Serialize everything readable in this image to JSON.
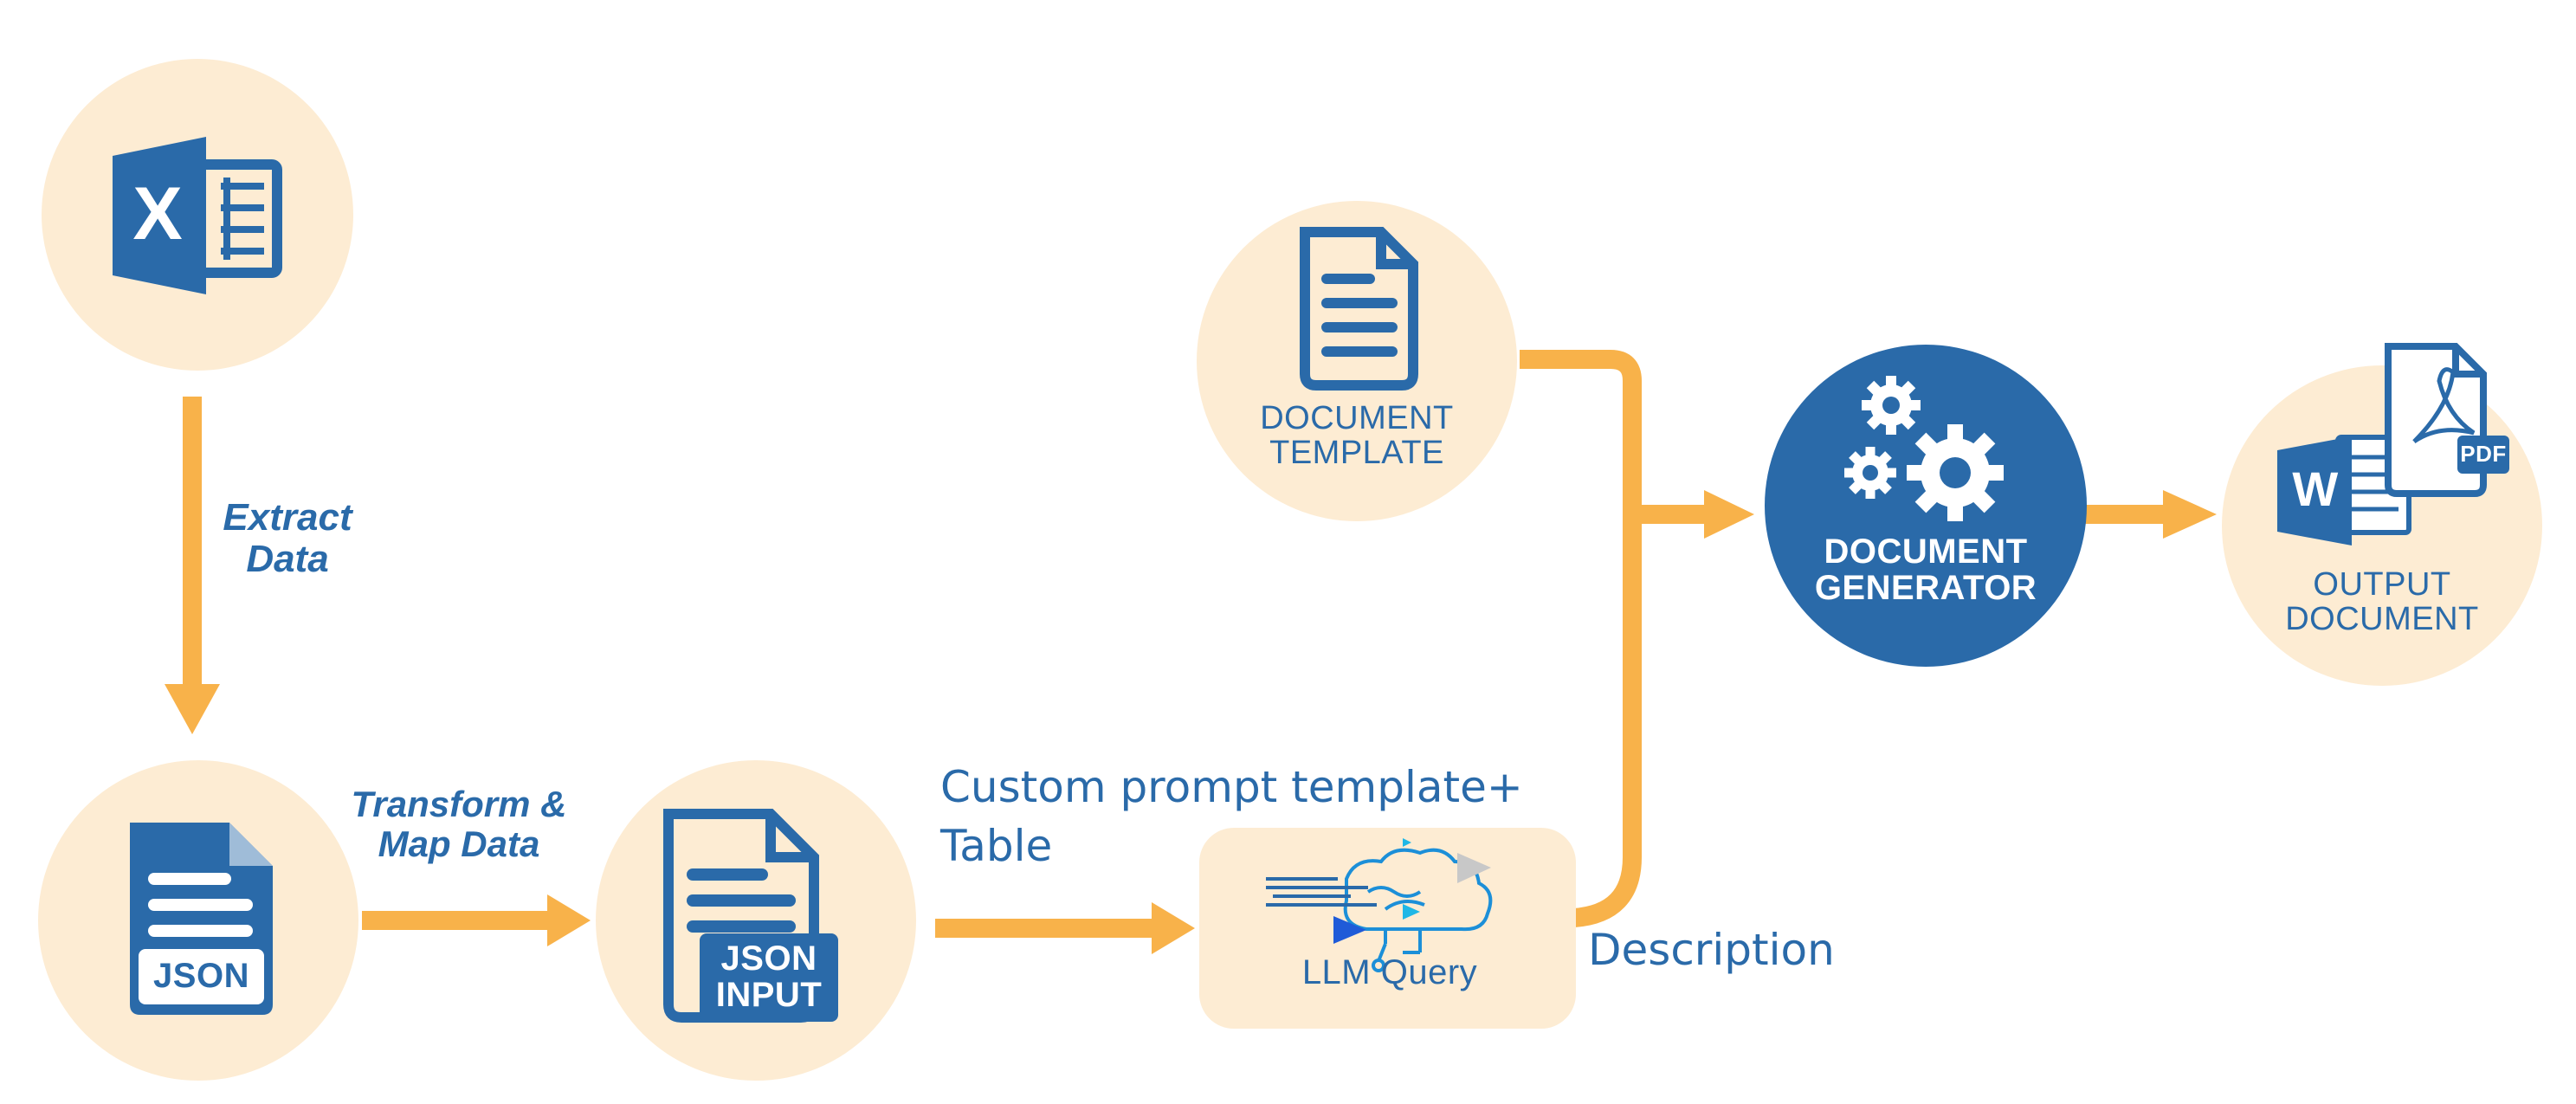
{
  "colors": {
    "accent_blue": "#2a6aa9",
    "circle_fill": "#fdecd3",
    "arrow_orange": "#f8b24a",
    "background": "#ffffff"
  },
  "nodes": {
    "excel": {
      "icon": "excel-icon"
    },
    "json": {
      "icon": "json-file-icon",
      "badge": "JSON"
    },
    "json_input": {
      "icon": "json-input-file-icon",
      "badge": "JSON\nINPUT"
    },
    "llm_query": {
      "icon": "llm-brain-icon",
      "label": "LLM Query"
    },
    "document_template": {
      "icon": "document-icon",
      "label": "DOCUMENT\nTEMPLATE"
    },
    "document_generator": {
      "icon": "gears-icon",
      "label": "DOCUMENT\nGENERATOR"
    },
    "output_document": {
      "icon": "word-pdf-icon",
      "label": "OUTPUT\nDOCUMENT",
      "word_letter": "W",
      "pdf_label": "PDF"
    }
  },
  "edges": {
    "extract": {
      "label": "Extract\nData"
    },
    "transform": {
      "label": "Transform &\nMap Data"
    },
    "prompt": {
      "label": "Custom prompt template+\nTable"
    },
    "description": {
      "label": "Description"
    }
  }
}
